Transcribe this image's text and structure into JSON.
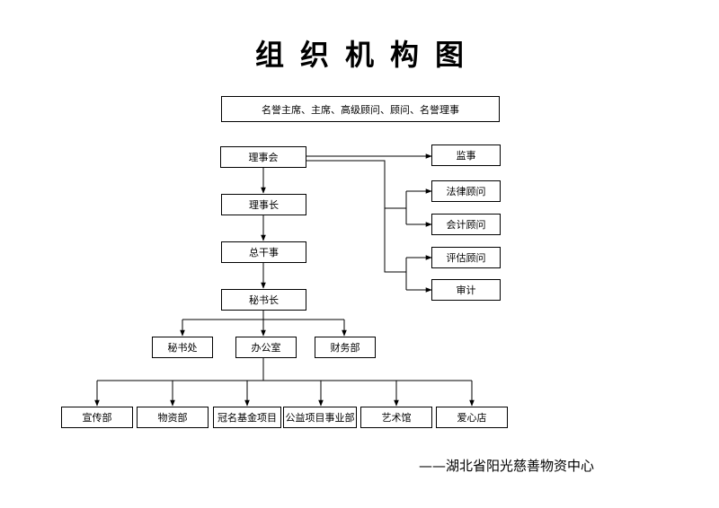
{
  "title": "组织机构图",
  "honorary": "名誉主席、主席、高级顾问、顾问、名誉理事",
  "council": "理事会",
  "supervisor": "监事",
  "legal_advisor": "法律顾问",
  "accounting_advisor": "会计顾问",
  "evaluation_advisor": "评估顾问",
  "audit": "审计",
  "chairman": "理事长",
  "director_general": "总干事",
  "secretary_general": "秘书长",
  "secretariat": "秘书处",
  "office": "办公室",
  "finance": "财务部",
  "departments": [
    "宣传部",
    "物资部",
    "冠名基金项目",
    "公益项目事业部",
    "艺术馆",
    "爱心店"
  ],
  "footer": "——湖北省阳光慈善物资中心"
}
